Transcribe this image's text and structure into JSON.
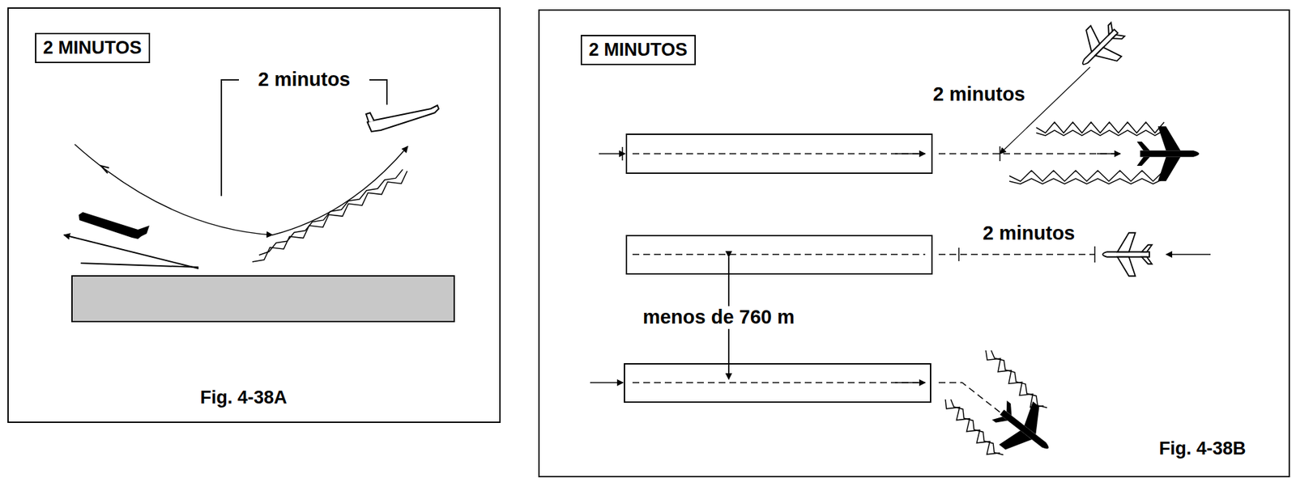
{
  "diagram": {
    "nodes": [
      {
        "text": [
          "2 MINUTOS"
        ]
      },
      {
        "text": [
          "2 MINUTOS"
        ]
      }
    ],
    "labels": [
      "2 minutos",
      "Fig. 4-38A",
      "2 minutos",
      "2 minutos",
      "menos de 760 m",
      "Fig. 4-38B"
    ]
  }
}
